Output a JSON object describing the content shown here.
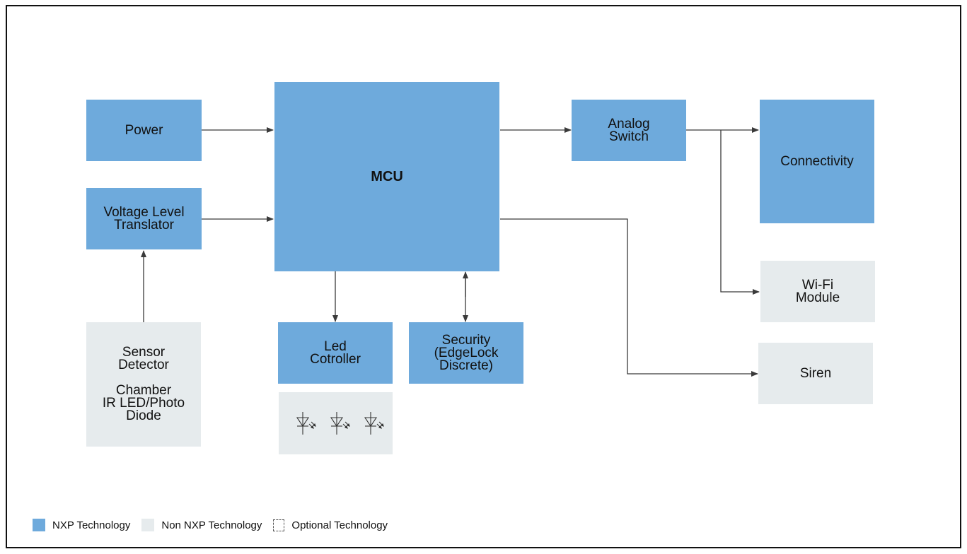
{
  "blocks": {
    "power": "Power",
    "vlt": "Voltage Level\nTranslator",
    "sensor": "Sensor\nDetector\n\nChamber\nIR LED/Photo\nDiode",
    "mcu": "MCU",
    "led": "Led\nCotroller",
    "security": "Security\n(EdgeLock\nDiscrete)",
    "analog": "Analog\nSwitch",
    "connectivity": "Connectivity",
    "wifi": "Wi-Fi\nModule",
    "siren": "Siren"
  },
  "legend": {
    "nxp": "NXP Technology",
    "non_nxp": "Non NXP Technology",
    "optional": "Optional Technology"
  },
  "colors": {
    "nxp": "#6eaadc",
    "non_nxp": "#e6ebed",
    "line": "#3a3a3a"
  },
  "icons": [
    "led-diode-icon",
    "led-diode-icon",
    "led-diode-icon"
  ]
}
